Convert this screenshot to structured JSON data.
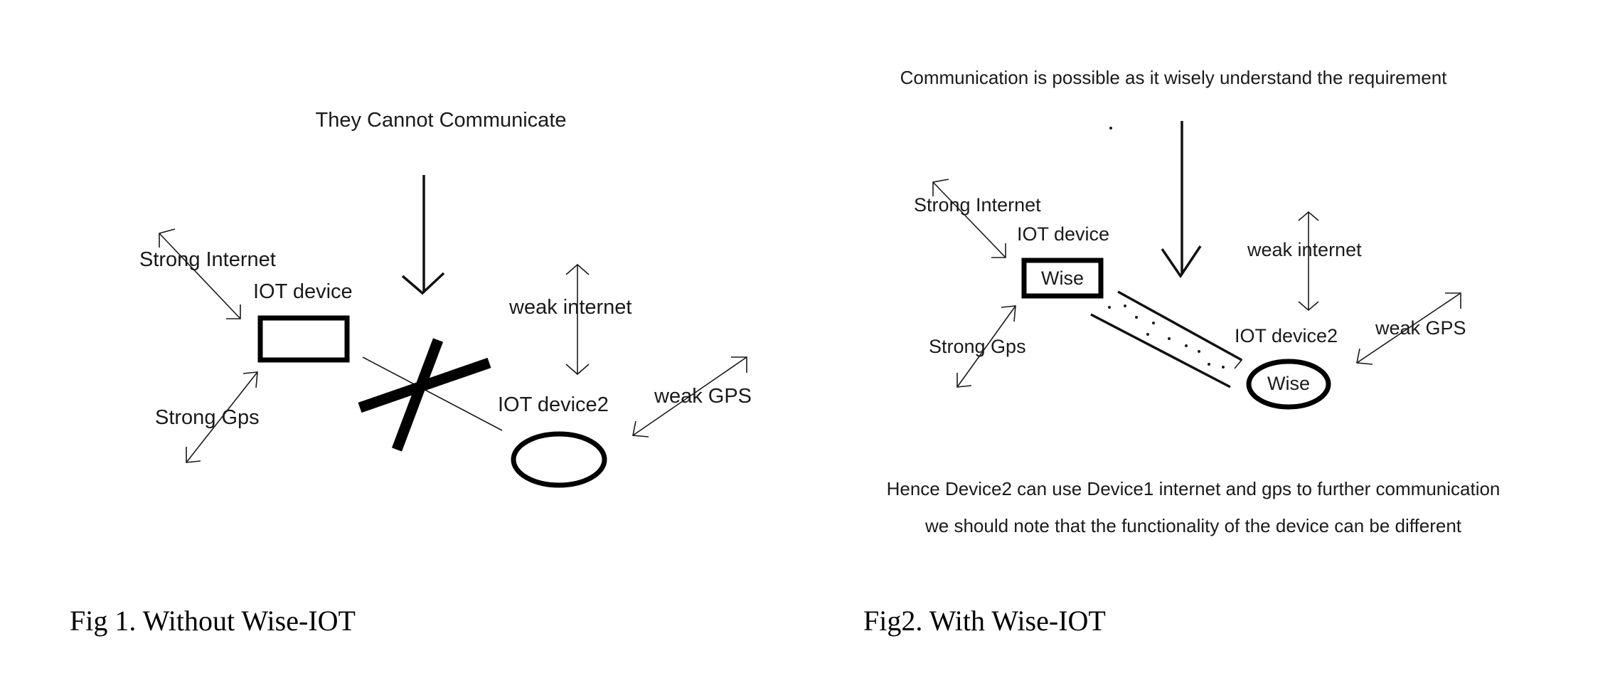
{
  "fig1": {
    "heading": "They Cannot Communicate",
    "strong_internet": "Strong Internet",
    "device1_label": "IOT device",
    "weak_internet": "weak internet",
    "strong_gps": "Strong Gps",
    "device2_label": "IOT device2",
    "weak_gps": "weak GPS",
    "caption": "Fig 1. Without Wise-IOT"
  },
  "fig2": {
    "heading": "Communication is possible as it wisely understand the requirement",
    "strong_internet": "Strong Internet",
    "device1_label": "IOT device",
    "device1_inner": "Wise",
    "weak_internet": "weak internet",
    "strong_gps": "Strong Gps",
    "device2_label": "IOT device2",
    "device2_inner": "Wise",
    "weak_gps": "weak GPS",
    "note_line1": "Hence Device2 can use Device1 internet and gps to further communication",
    "note_line2": "we should note that the functionality of the device can be different",
    "caption": "Fig2. With Wise-IOT"
  }
}
